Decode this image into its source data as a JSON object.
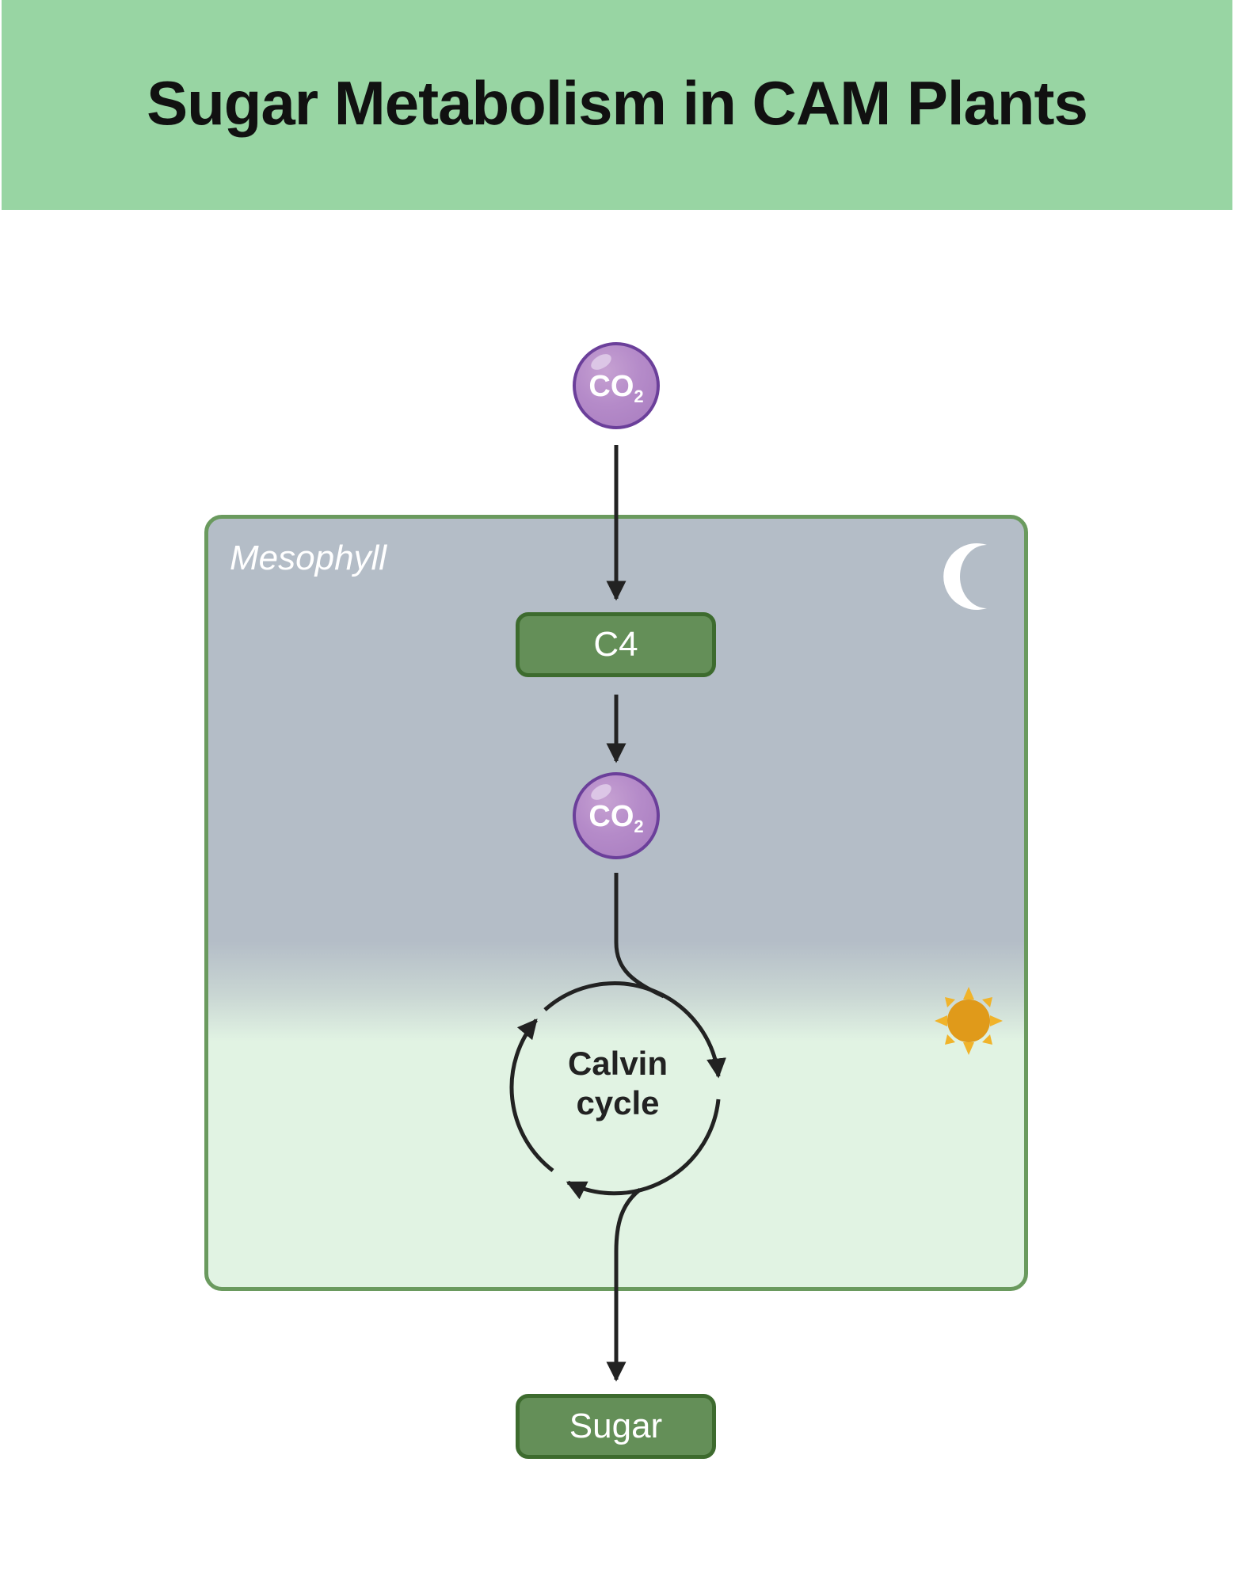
{
  "title": "Sugar Metabolism in CAM Plants",
  "region_label": "Mesophyll",
  "nodes": {
    "co2_top": {
      "formula": "CO",
      "subscript": "2"
    },
    "c4": "C4",
    "co2_mid": {
      "formula": "CO",
      "subscript": "2"
    },
    "calvin_line1": "Calvin",
    "calvin_line2": "cycle",
    "sugar": "Sugar"
  },
  "icons": {
    "night": "crescent-moon-icon",
    "day": "sun-icon"
  },
  "colors": {
    "header": "#98d5a3",
    "box_fill": "#648f58",
    "box_border": "#3d6b2e",
    "molecule": "#b58bc9",
    "night_zone": "#b4bdc7",
    "day_zone": "#e1f3e3",
    "sun": "#e09a1a"
  }
}
